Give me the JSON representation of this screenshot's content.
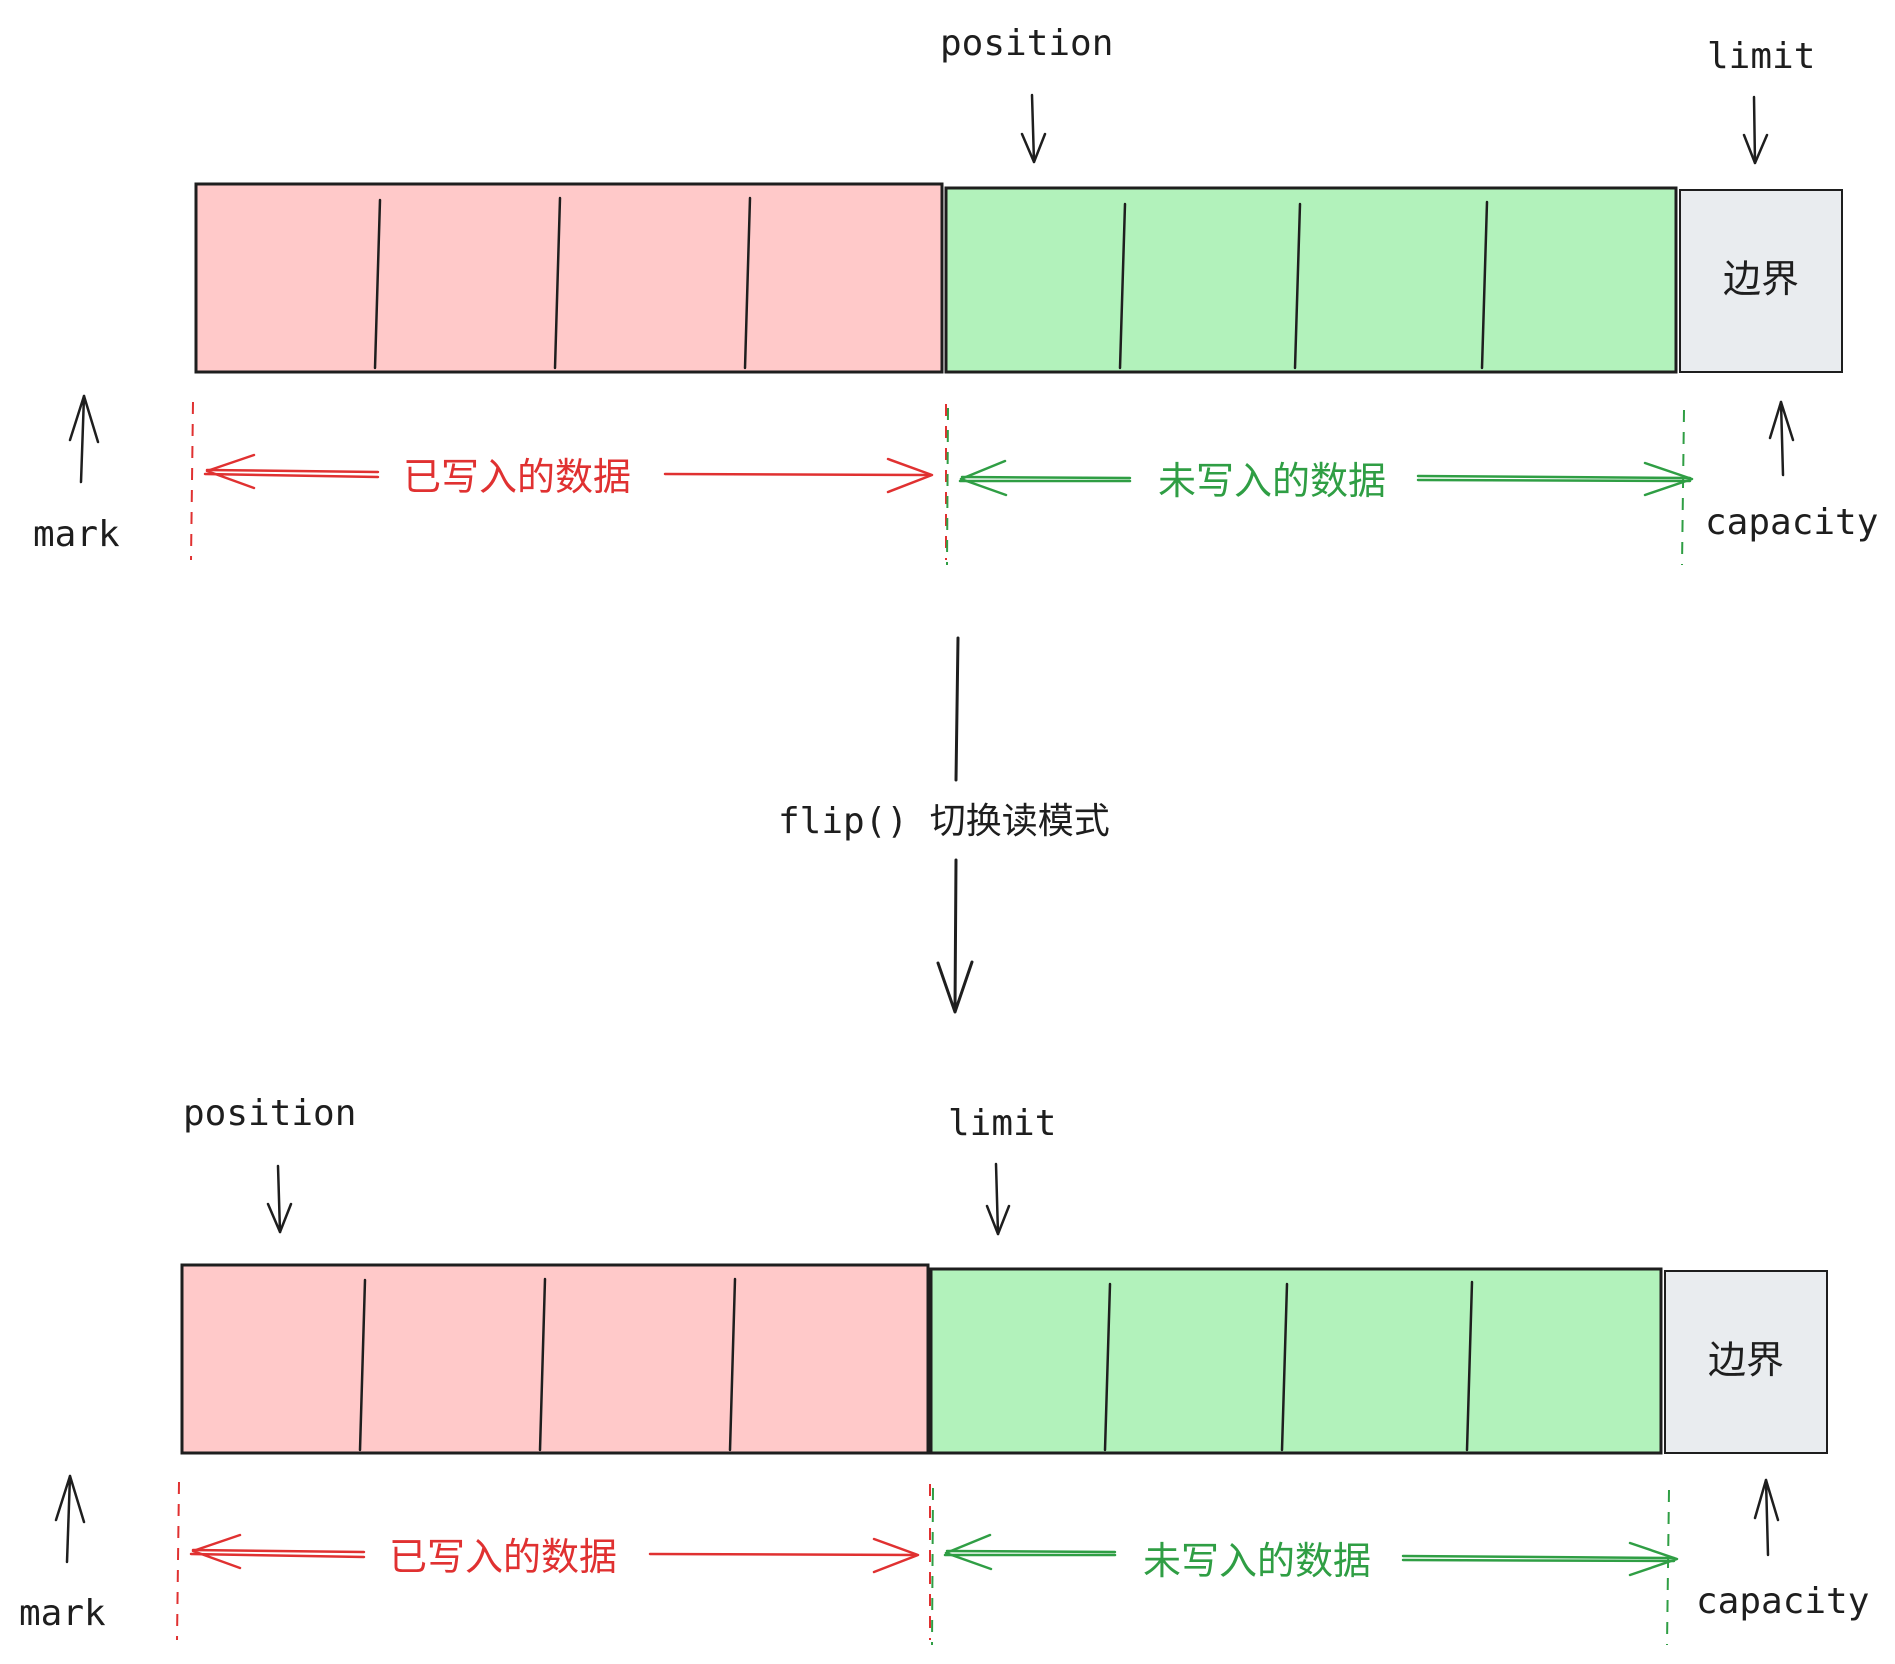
{
  "colors": {
    "written_fill": "#ffc9c9",
    "unwritten_fill": "#b2f2bb",
    "boundary_fill": "#e9ecef",
    "written_text": "#e03131",
    "unwritten_text": "#2f9e44",
    "ink": "#1e1e1e"
  },
  "icons": {
    "pointer_down": "arrow-down-icon",
    "pointer_up": "arrow-up-icon",
    "span": "double-arrow-icon"
  },
  "write_mode": {
    "position_label": "position",
    "limit_label": "limit",
    "mark_label": "mark",
    "capacity_label": "capacity",
    "boundary_label": "边界",
    "written_label": "已写入的数据",
    "unwritten_label": "未写入的数据"
  },
  "transition": {
    "label": "flip() 切换读模式"
  },
  "read_mode": {
    "position_label": "position",
    "limit_label": "limit",
    "mark_label": "mark",
    "capacity_label": "capacity",
    "boundary_label": "边界",
    "written_label": "已写入的数据",
    "unwritten_label": "未写入的数据"
  }
}
